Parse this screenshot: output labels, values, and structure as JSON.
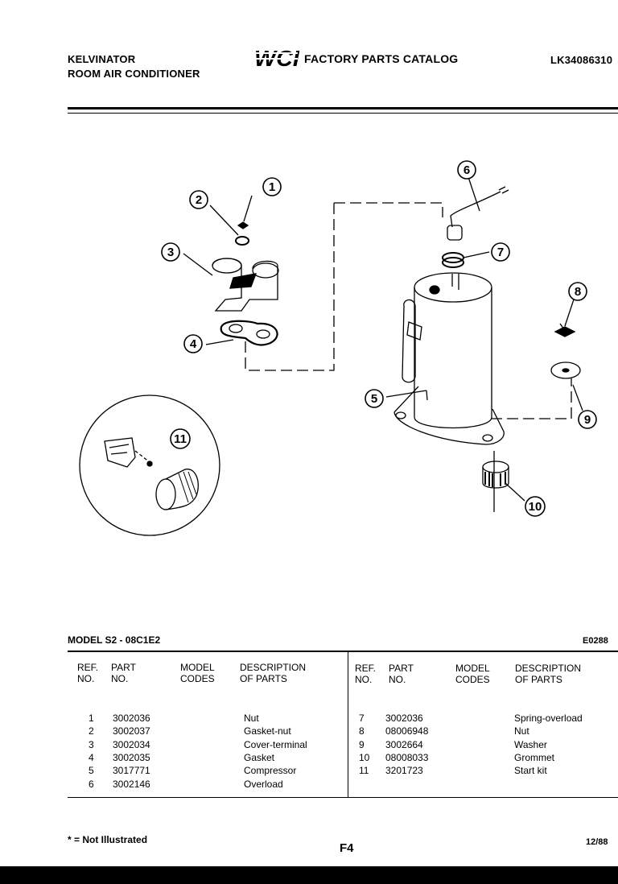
{
  "header": {
    "brand_line1": "KELVINATOR",
    "brand_line2": "ROOM AIR CONDITIONER",
    "logo_text": "WCI",
    "catalog_title": "FACTORY PARTS CATALOG",
    "doc_number": "LK34086310"
  },
  "diagram": {
    "callouts": [
      "1",
      "2",
      "3",
      "4",
      "5",
      "6",
      "7",
      "8",
      "9",
      "10",
      "11"
    ]
  },
  "model_label": "MODEL S2 - 08C1E2",
  "diagram_code": "E0288",
  "table": {
    "headers": {
      "ref": "REF.\nNO.",
      "part": "PART\nNO.",
      "model": "MODEL\nCODES",
      "desc": "DESCRIPTION\nOF PARTS"
    },
    "left_rows": [
      {
        "ref": "1",
        "part": "3002036",
        "model": "",
        "desc": "Nut"
      },
      {
        "ref": "2",
        "part": "3002037",
        "model": "",
        "desc": "Gasket-nut"
      },
      {
        "ref": "3",
        "part": "3002034",
        "model": "",
        "desc": "Cover-terminal"
      },
      {
        "ref": "4",
        "part": "3002035",
        "model": "",
        "desc": "Gasket"
      },
      {
        "ref": "5",
        "part": "3017771",
        "model": "",
        "desc": "Compressor"
      },
      {
        "ref": "6",
        "part": "3002146",
        "model": "",
        "desc": "Overload"
      }
    ],
    "right_rows": [
      {
        "ref": "7",
        "part": "3002036",
        "model": "",
        "desc": "Spring-overload"
      },
      {
        "ref": "8",
        "part": "08006948",
        "model": "",
        "desc": "Nut"
      },
      {
        "ref": "9",
        "part": "3002664",
        "model": "",
        "desc": "Washer"
      },
      {
        "ref": "10",
        "part": "08008033",
        "model": "",
        "desc": "Grommet"
      },
      {
        "ref": "11",
        "part": "3201723",
        "model": "",
        "desc": "Start kit"
      }
    ]
  },
  "footer": {
    "note": "* = Not Illustrated",
    "page_id": "F4",
    "date": "12/88"
  }
}
